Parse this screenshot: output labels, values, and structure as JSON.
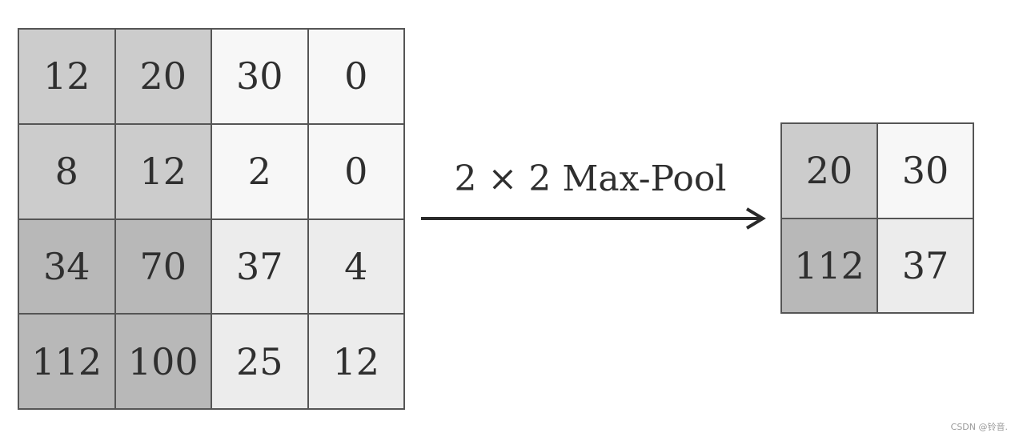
{
  "input_matrix": {
    "rows": [
      [
        "12",
        "20",
        "30",
        "0"
      ],
      [
        "8",
        "12",
        "2",
        "0"
      ],
      [
        "34",
        "70",
        "37",
        "4"
      ],
      [
        "112",
        "100",
        "25",
        "12"
      ]
    ],
    "quadrant_colors": {
      "top_left": "#cccccc",
      "top_right": "#f7f7f7",
      "bottom_left": "#b8b8b8",
      "bottom_right": "#ececec"
    }
  },
  "operation": {
    "label": "2 × 2 Max-Pool"
  },
  "output_matrix": {
    "rows": [
      [
        "20",
        "30"
      ],
      [
        "112",
        "37"
      ]
    ],
    "cell_colors": [
      [
        "#cccccc",
        "#f7f7f7"
      ],
      [
        "#b8b8b8",
        "#ececec"
      ]
    ]
  },
  "watermark": "CSDN @铃音."
}
